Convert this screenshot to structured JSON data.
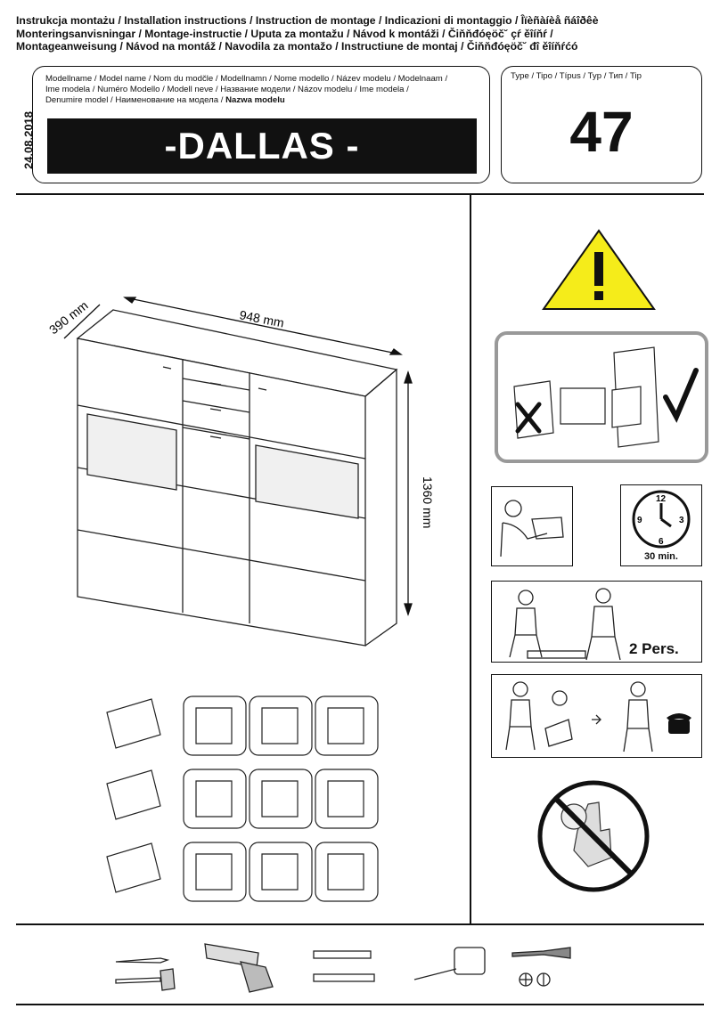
{
  "header": {
    "line1": "Instrukcja montażu / Installation instructions / Instruction de montage / Indicazioni di montaggio / Îïèñàíèå ñáîðêè",
    "line2": "Monteringsanvisningar / Montage-instructie / Uputa za montažu / Návod k montáži / Čiňňđóęöč˘ çŕ ěîíňŕ /",
    "line3": "Montageanweisung / Návod na montáž / Navodila za montažo / Instructiune de montaj / Čiňňđóęöč˘ đî ěîíňŕćó"
  },
  "date": "24.08.2018",
  "model": {
    "names_line1": "Modellname / Model name / Nom du modčle / Modellnamn / Nome modello / Název modelu / Modelnaam /",
    "names_line2": "Ime modela / Numéro Modello / Modell neve / Название модели / Názov modelu / Ime modela /",
    "names_line3": "Denumire model / Наименование на модела / ",
    "names_bold": "Nazwa modelu",
    "name": "-DALLAS -"
  },
  "type": {
    "label": "Type / Tipo / Típus / Typ / Тип / Tip",
    "number": "47"
  },
  "dimensions": {
    "width": "948 mm",
    "depth": "390 mm",
    "height": "1360 mm"
  },
  "info": {
    "time": "30 min.",
    "persons": "2 Pers."
  },
  "icons": {
    "warning": "warning-triangle-icon",
    "check": "checkmark-icon",
    "cross": "cross-icon",
    "clock": "clock-icon",
    "phone": "phone-icon",
    "no_children": "no-children-icon"
  },
  "clock_numbers": [
    "12",
    "3",
    "6",
    "9"
  ]
}
